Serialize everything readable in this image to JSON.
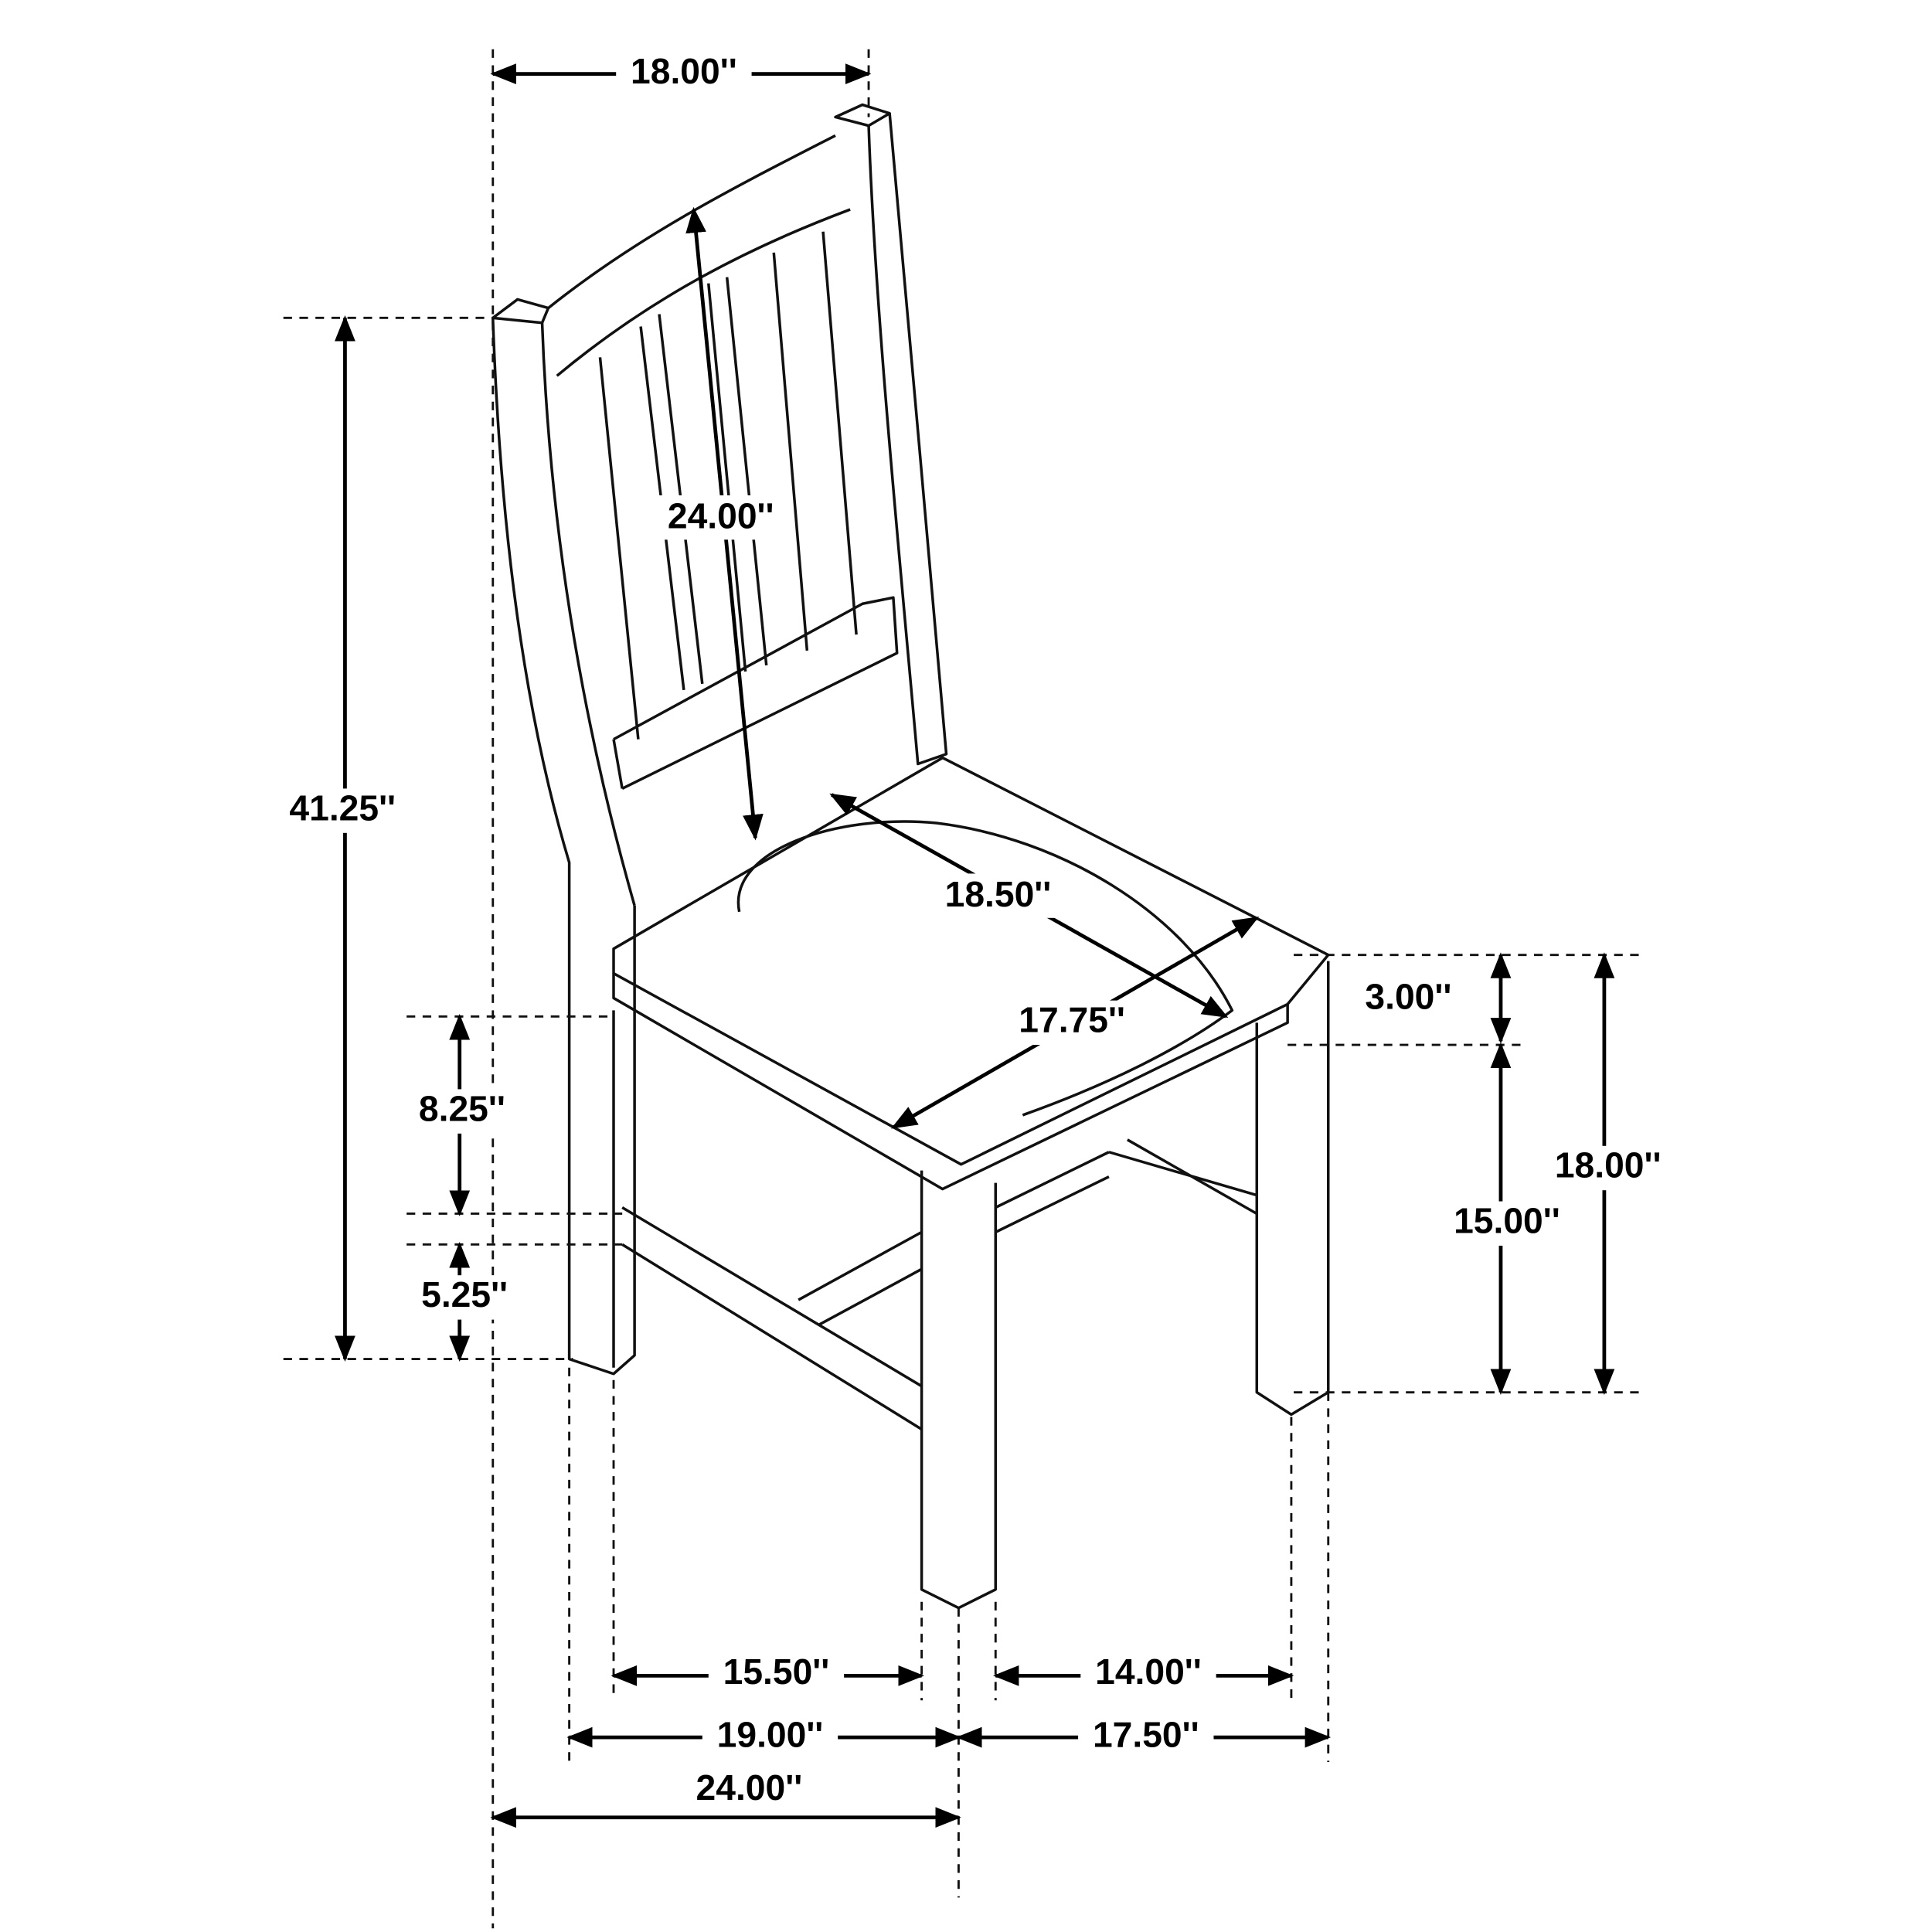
{
  "title": "Dining side chair dimension diagram",
  "dimensions": {
    "back_width": "18.00''",
    "back_height": "24.00''",
    "overall_height": "41.25''",
    "seat_depth": "18.50''",
    "seat_width": "17.75''",
    "seat_thickness": "3.00''",
    "seat_height": "18.00''",
    "leg_clearance": "15.00''",
    "seat_to_stretcher": "8.25''",
    "stretcher_height": "5.25''",
    "inner_side_depth": "15.50''",
    "inner_front_width": "14.00''",
    "side_depth": "19.00''",
    "front_width": "17.50''",
    "overall_depth": "24.00''"
  }
}
